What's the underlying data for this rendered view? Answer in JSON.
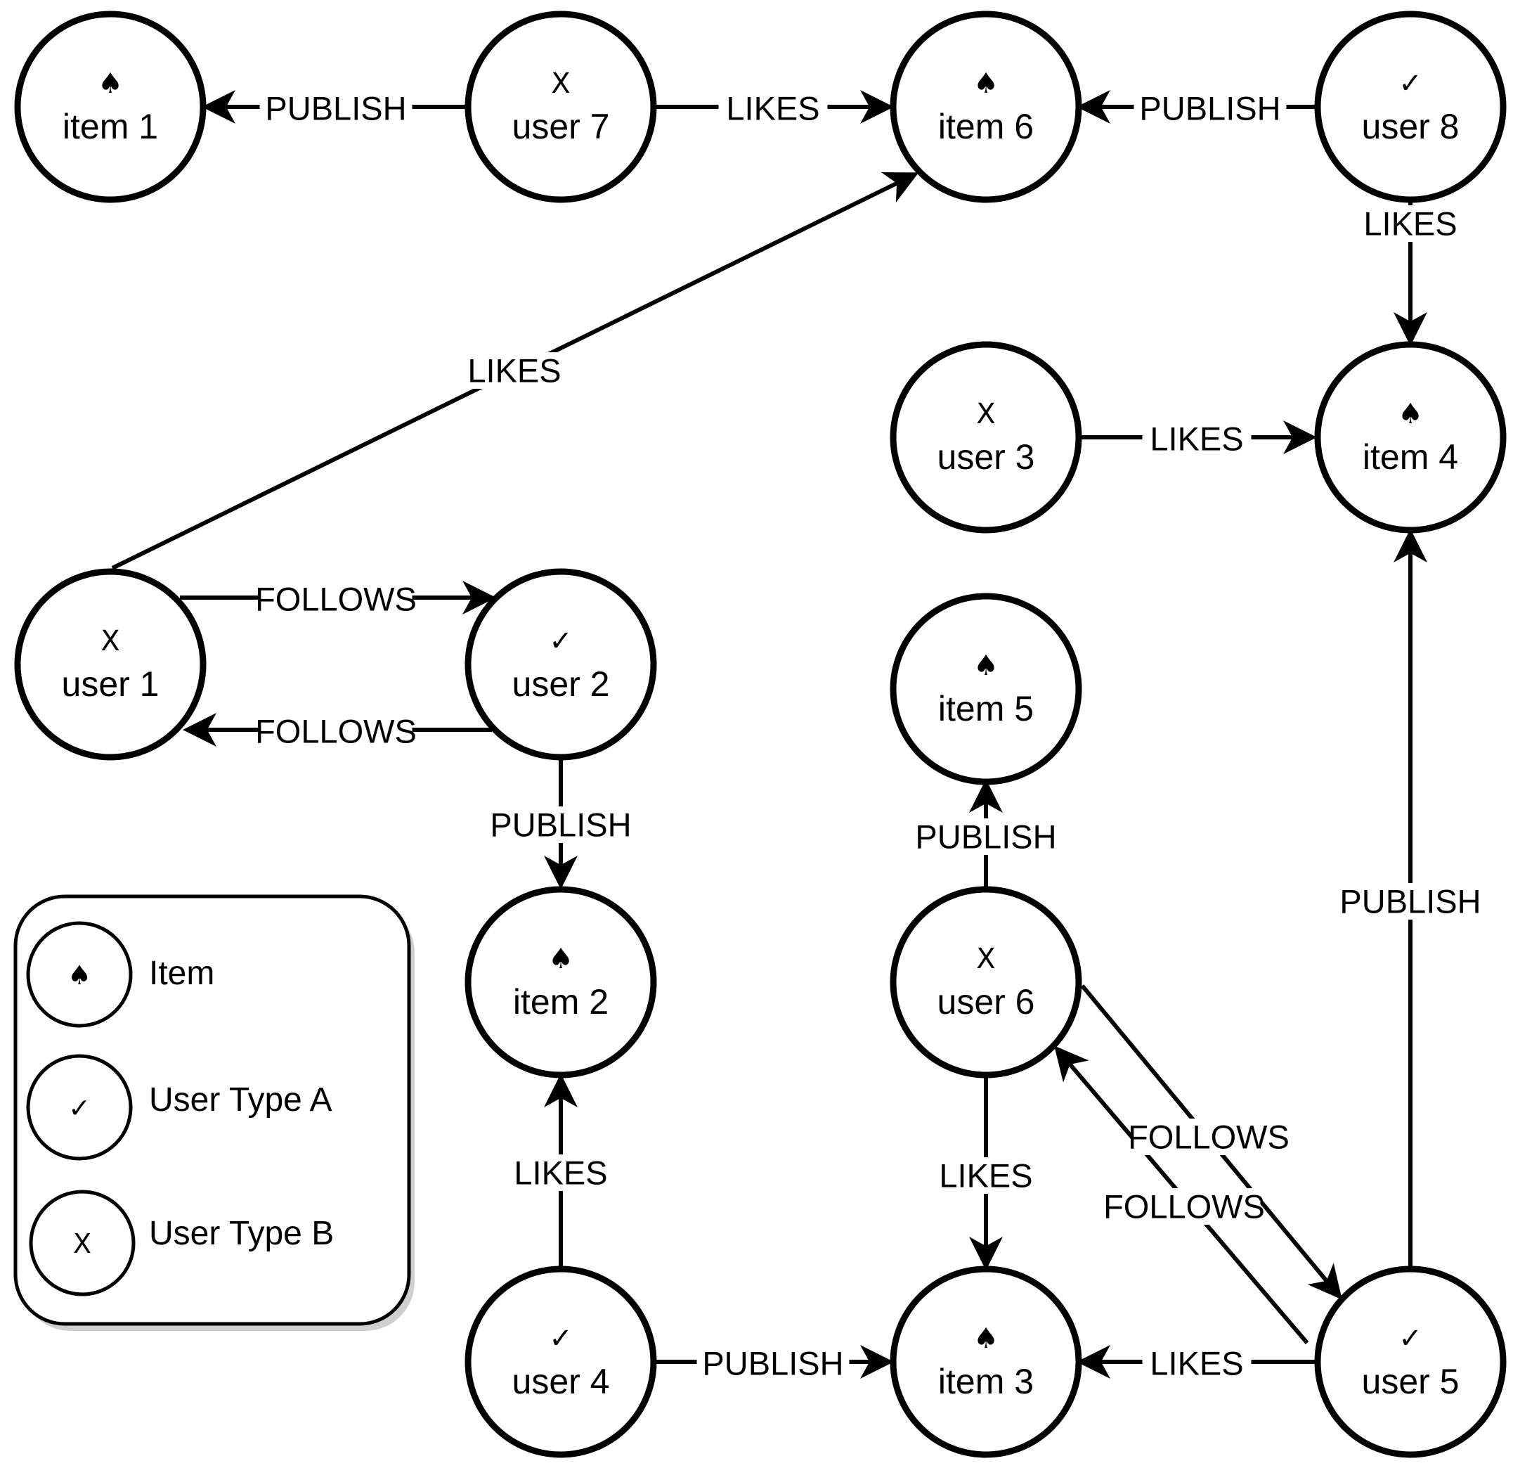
{
  "symbols": {
    "item": "♠",
    "type_a": "✓",
    "type_b": "X"
  },
  "nodes": [
    {
      "id": "item1",
      "kind": "item",
      "label": "item 1"
    },
    {
      "id": "user7",
      "kind": "type_b",
      "label": "user 7"
    },
    {
      "id": "item6",
      "kind": "item",
      "label": "item 6"
    },
    {
      "id": "user8",
      "kind": "type_a",
      "label": "user 8"
    },
    {
      "id": "user3",
      "kind": "type_b",
      "label": "user 3"
    },
    {
      "id": "item4",
      "kind": "item",
      "label": "item 4"
    },
    {
      "id": "user1",
      "kind": "type_b",
      "label": "user 1"
    },
    {
      "id": "user2",
      "kind": "type_a",
      "label": "user 2"
    },
    {
      "id": "item5",
      "kind": "item",
      "label": "item 5"
    },
    {
      "id": "item2",
      "kind": "item",
      "label": "item 2"
    },
    {
      "id": "user6",
      "kind": "type_b",
      "label": "user 6"
    },
    {
      "id": "user4",
      "kind": "type_a",
      "label": "user 4"
    },
    {
      "id": "item3",
      "kind": "item",
      "label": "item 3"
    },
    {
      "id": "user5",
      "kind": "type_a",
      "label": "user 5"
    }
  ],
  "edges": [
    {
      "from": "user7",
      "to": "item1",
      "label": "PUBLISH"
    },
    {
      "from": "user7",
      "to": "item6",
      "label": "LIKES"
    },
    {
      "from": "user8",
      "to": "item6",
      "label": "PUBLISH"
    },
    {
      "from": "user8",
      "to": "item4",
      "label": "LIKES"
    },
    {
      "from": "user1",
      "to": "item6",
      "label": "LIKES"
    },
    {
      "from": "user3",
      "to": "item4",
      "label": "LIKES"
    },
    {
      "from": "user1",
      "to": "user2",
      "label": "FOLLOWS"
    },
    {
      "from": "user2",
      "to": "user1",
      "label": "FOLLOWS"
    },
    {
      "from": "user2",
      "to": "item2",
      "label": "PUBLISH"
    },
    {
      "from": "user6",
      "to": "item5",
      "label": "PUBLISH"
    },
    {
      "from": "user5",
      "to": "item4",
      "label": "PUBLISH"
    },
    {
      "from": "user6",
      "to": "user5",
      "label": "FOLLOWS"
    },
    {
      "from": "user5",
      "to": "user6",
      "label": "FOLLOWS"
    },
    {
      "from": "user6",
      "to": "item3",
      "label": "LIKES"
    },
    {
      "from": "user4",
      "to": "item2",
      "label": "LIKES"
    },
    {
      "from": "user4",
      "to": "item3",
      "label": "PUBLISH"
    },
    {
      "from": "user5",
      "to": "item3",
      "label": "LIKES"
    }
  ],
  "legend": {
    "items": [
      {
        "kind": "item",
        "label": "Item"
      },
      {
        "kind": "type_a",
        "label": "User Type A"
      },
      {
        "kind": "type_b",
        "label": "User Type B"
      }
    ]
  }
}
